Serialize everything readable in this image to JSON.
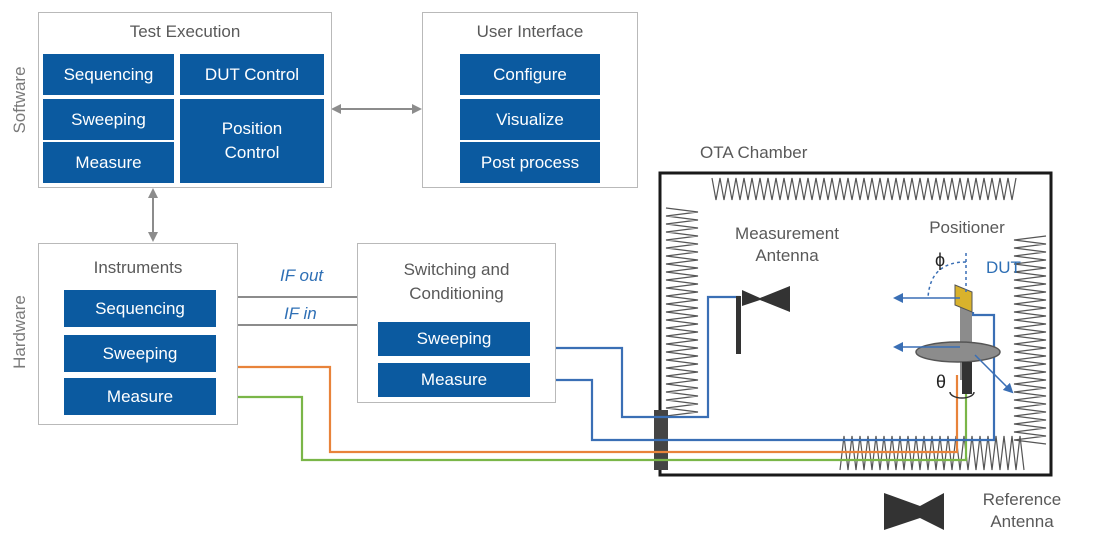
{
  "side_labels": {
    "software": "Software",
    "hardware": "Hardware"
  },
  "test_execution": {
    "title": "Test Execution",
    "blocks": {
      "sequencing": "Sequencing",
      "dut_control": "DUT Control",
      "sweeping": "Sweeping",
      "position_control": "Position Control",
      "measure": "Measure"
    }
  },
  "user_interface": {
    "title": "User Interface",
    "blocks": [
      "Configure",
      "Visualize",
      "Post process"
    ]
  },
  "instruments": {
    "title": "Instruments",
    "blocks": [
      "Sequencing",
      "Sweeping",
      "Measure"
    ]
  },
  "switching": {
    "title_line1": "Switching and",
    "title_line2": "Conditioning",
    "blocks": [
      "Sweeping",
      "Measure"
    ]
  },
  "signals": {
    "if_out": "IF out",
    "if_in": "IF in"
  },
  "chamber": {
    "title": "OTA Chamber",
    "measurement_antenna_line1": "Measurement",
    "measurement_antenna_line2": "Antenna",
    "positioner": "Positioner",
    "dut": "DUT",
    "phi": "ϕ",
    "theta": "θ"
  },
  "reference_antenna": {
    "line1": "Reference",
    "line2": "Antenna"
  },
  "colors": {
    "block_fill": "#0b5aa0",
    "panel_border": "#b9b9b9",
    "blue_line": "#3a6fb5",
    "orange_line": "#e8833a",
    "green_line": "#7ab648",
    "chamber_border": "#1a1a1a"
  }
}
